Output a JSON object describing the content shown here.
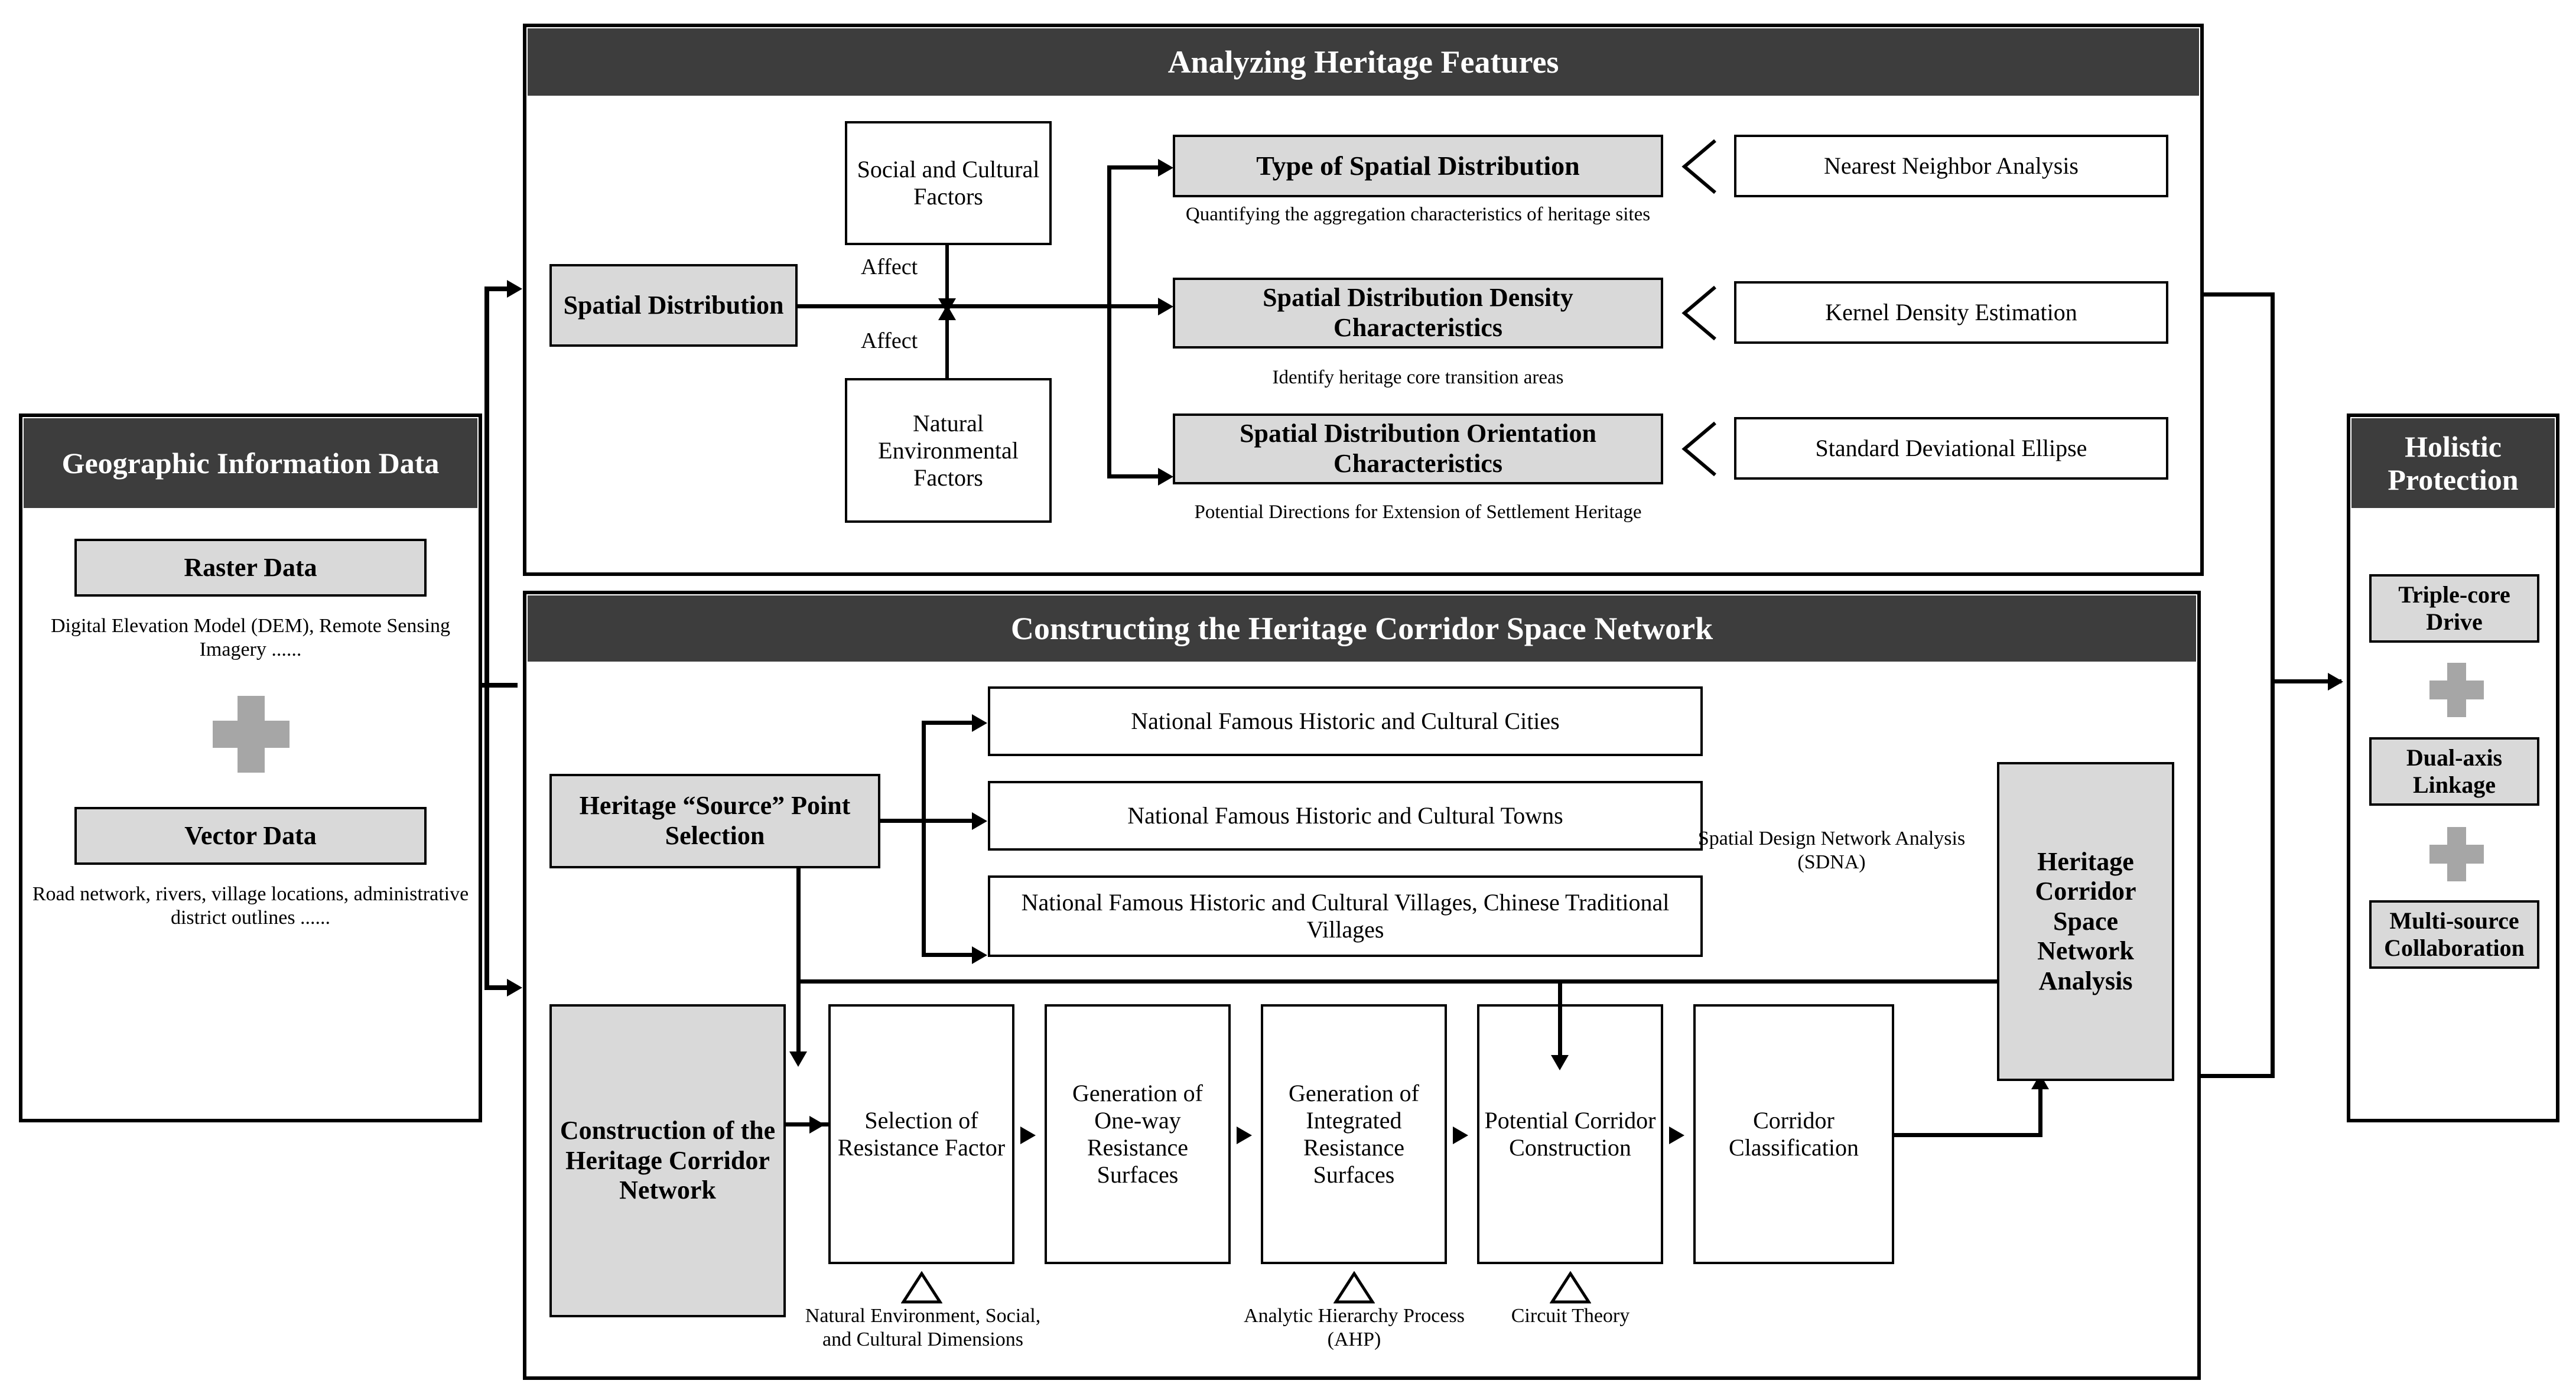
{
  "left_panel": {
    "title": "Geographic Information Data",
    "items": [
      {
        "name": "Raster Data",
        "caption": "Digital Elevation Model (DEM), Remote Sensing Imagery ......"
      },
      {
        "name": "Vector Data",
        "caption": "Road network, rivers, village locations, administrative district outlines ......"
      }
    ],
    "plus_icon": "plus-icon"
  },
  "top_panel": {
    "title": "Analyzing Heritage Features",
    "driver": "Spatial Distribution",
    "factors": [
      {
        "label": "Social and Cultural Factors",
        "relation": "Affect"
      },
      {
        "label": "Natural Environmental Factors",
        "relation": "Affect"
      }
    ],
    "outcomes": [
      {
        "label": "Type of Spatial Distribution",
        "caption": "Quantifying the aggregation characteristics of heritage sites",
        "method": "Nearest Neighbor Analysis"
      },
      {
        "label": "Spatial Distribution Density Characteristics",
        "caption": "Identify heritage core  transition areas",
        "method": "Kernel Density Estimation"
      },
      {
        "label": "Spatial Distribution Orientation Characteristics",
        "caption": "Potential Directions for Extension of Settlement Heritage",
        "method": "Standard Deviational Ellipse"
      }
    ]
  },
  "bottom_panel": {
    "title": "Constructing the Heritage Corridor Space Network",
    "source_selection": "Heritage “Source” Point Selection",
    "sources": [
      "National Famous Historic and Cultural Cities",
      "National Famous Historic and Cultural Towns",
      "National Famous Historic and Cultural Villages, Chinese Traditional Villages"
    ],
    "network_construction": "Construction of the Heritage Corridor Network",
    "steps": [
      {
        "label": "Selection of Resistance Factor",
        "method": "Natural Environment, Social, and Cultural Dimensions"
      },
      {
        "label": "Generation of One-way Resistance Surfaces",
        "method": ""
      },
      {
        "label": "Generation of Integrated Resistance Surfaces",
        "method": "Analytic Hierarchy Process (AHP)"
      },
      {
        "label": "Potential Corridor Construction",
        "method": "Circuit Theory"
      },
      {
        "label": "Corridor Classification",
        "method": ""
      }
    ],
    "sdna_label": "Spatial Design Network Analysis (SDNA)",
    "analysis_box": "Heritage Corridor Space Network Analysis"
  },
  "right_panel": {
    "title": "Holistic Protection",
    "items": [
      "Triple-core Drive",
      "Dual-axis Linkage",
      "Multi-source Collaboration"
    ],
    "plus_icon": "plus-icon"
  },
  "colors": {
    "header_bg": "#3d3d3d",
    "gray_box": "#d9d9d9",
    "plus_gray": "#a6a6a6",
    "line": "#000000"
  }
}
